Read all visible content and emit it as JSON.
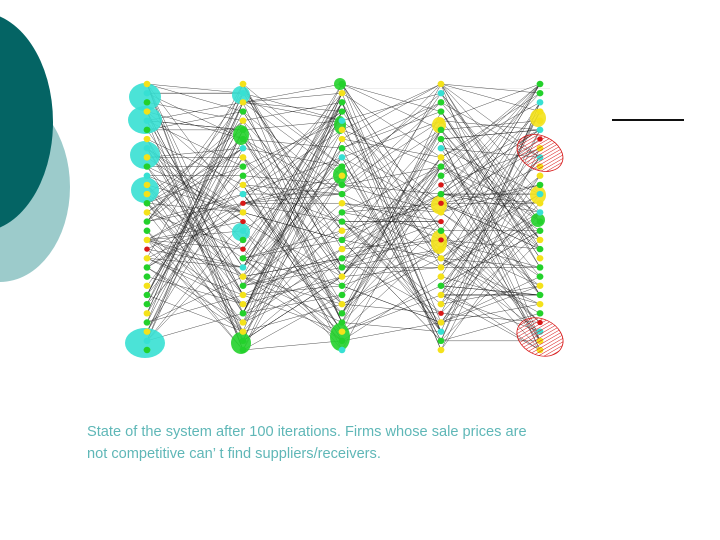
{
  "slide": {
    "decor": {
      "dark_circle_color": "#046464",
      "light_circle_color": "#9ccbcb",
      "title_rule_color": "#111111"
    },
    "caption": {
      "line1": "State of the system after 100 iterations. Firms whose sale prices are",
      "line2": "not competitive can’ t find suppliers/receivers.",
      "color": "#5fb7b7"
    }
  },
  "diagram": {
    "type": "layered-network",
    "iterations": 100,
    "colors": {
      "cyan": "#37e0d3",
      "green": "#23d12b",
      "yellow": "#f4e21a",
      "red": "#d81818",
      "edge": "#1a1a1a"
    },
    "layers": [
      {
        "x": 147,
        "nodes": [
          "yellow",
          "cyan",
          "green",
          "yellow",
          "cyan",
          "green",
          "yellow",
          "cyan",
          "yellow",
          "green",
          "cyan",
          "yellow",
          "yellow",
          "green",
          "yellow",
          "green",
          "green",
          "yellow",
          "red",
          "yellow",
          "green",
          "green",
          "yellow",
          "green",
          "green",
          "yellow",
          "green",
          "yellow",
          "cyan",
          "green"
        ]
      },
      {
        "x": 243,
        "nodes": [
          "yellow",
          "cyan",
          "yellow",
          "green",
          "yellow",
          "green",
          "green",
          "cyan",
          "yellow",
          "green",
          "green",
          "yellow",
          "cyan",
          "red",
          "yellow",
          "red",
          "cyan",
          "green",
          "red",
          "green",
          "cyan",
          "yellow",
          "green",
          "yellow",
          "yellow",
          "green",
          "yellow",
          "yellow",
          "green",
          "green"
        ]
      },
      {
        "x": 342,
        "nodes": [
          "green",
          "yellow",
          "green",
          "green",
          "cyan",
          "yellow",
          "yellow",
          "green",
          "cyan",
          "green",
          "yellow",
          "green",
          "green",
          "yellow",
          "green",
          "green",
          "yellow",
          "green",
          "yellow",
          "green",
          "green",
          "yellow",
          "green",
          "green",
          "yellow",
          "green",
          "green",
          "yellow",
          "green",
          "cyan"
        ]
      },
      {
        "x": 441,
        "nodes": [
          "yellow",
          "cyan",
          "green",
          "green",
          "yellow",
          "green",
          "green",
          "cyan",
          "yellow",
          "green",
          "green",
          "red",
          "green",
          "red",
          "yellow",
          "red",
          "green",
          "red",
          "yellow",
          "yellow",
          "yellow",
          "yellow",
          "green",
          "yellow",
          "yellow",
          "red",
          "yellow",
          "cyan",
          "green",
          "yellow"
        ]
      },
      {
        "x": 540,
        "nodes": [
          "green",
          "green",
          "cyan",
          "yellow",
          "yellow",
          "cyan",
          "red",
          "yellow",
          "cyan",
          "yellow",
          "yellow",
          "green",
          "cyan",
          "yellow",
          "cyan",
          "green",
          "green",
          "yellow",
          "green",
          "yellow",
          "green",
          "green",
          "yellow",
          "green",
          "yellow",
          "green",
          "red",
          "cyan",
          "yellow",
          "yellow"
        ]
      }
    ],
    "clusters": [
      {
        "layer": 0,
        "y": 97,
        "rx": 16,
        "ry": 14,
        "color": "cyan"
      },
      {
        "layer": 0,
        "y": 120,
        "rx": 17,
        "ry": 14,
        "color": "cyan"
      },
      {
        "layer": 0,
        "y": 155,
        "rx": 15,
        "ry": 14,
        "color": "cyan"
      },
      {
        "layer": 0,
        "y": 190,
        "rx": 14,
        "ry": 13,
        "color": "cyan"
      },
      {
        "layer": 0,
        "y": 343,
        "rx": 20,
        "ry": 15,
        "color": "cyan"
      },
      {
        "layer": 1,
        "y": 95,
        "rx": 9,
        "ry": 9,
        "color": "cyan"
      },
      {
        "layer": 1,
        "y": 135,
        "rx": 8,
        "ry": 10,
        "color": "green"
      },
      {
        "layer": 1,
        "y": 232,
        "rx": 9,
        "ry": 9,
        "color": "cyan"
      },
      {
        "layer": 1,
        "y": 343,
        "rx": 10,
        "ry": 11,
        "color": "green"
      },
      {
        "layer": 2,
        "y": 84,
        "rx": 6,
        "ry": 6,
        "color": "green"
      },
      {
        "layer": 2,
        "y": 125,
        "rx": 6,
        "ry": 9,
        "color": "green"
      },
      {
        "layer": 2,
        "y": 175,
        "rx": 7,
        "ry": 9,
        "color": "green"
      },
      {
        "layer": 2,
        "y": 337,
        "rx": 10,
        "ry": 14,
        "color": "green"
      },
      {
        "layer": 3,
        "y": 125,
        "rx": 7,
        "ry": 8,
        "color": "yellow"
      },
      {
        "layer": 3,
        "y": 205,
        "rx": 8,
        "ry": 9,
        "color": "yellow"
      },
      {
        "layer": 3,
        "y": 242,
        "rx": 8,
        "ry": 12,
        "color": "yellow"
      },
      {
        "layer": 4,
        "y": 118,
        "rx": 8,
        "ry": 9,
        "color": "yellow"
      },
      {
        "layer": 4,
        "y": 195,
        "rx": 8,
        "ry": 9,
        "color": "yellow"
      },
      {
        "layer": 4,
        "y": 220,
        "rx": 7,
        "ry": 7,
        "color": "green"
      },
      {
        "layer": 4,
        "y": 153,
        "rx": 24,
        "ry": 17,
        "color": "red",
        "hatched": true
      },
      {
        "layer": 4,
        "y": 337,
        "rx": 24,
        "ry": 18,
        "color": "red",
        "hatched": true
      }
    ],
    "y_range": [
      84,
      350
    ],
    "edge_count": 480
  }
}
